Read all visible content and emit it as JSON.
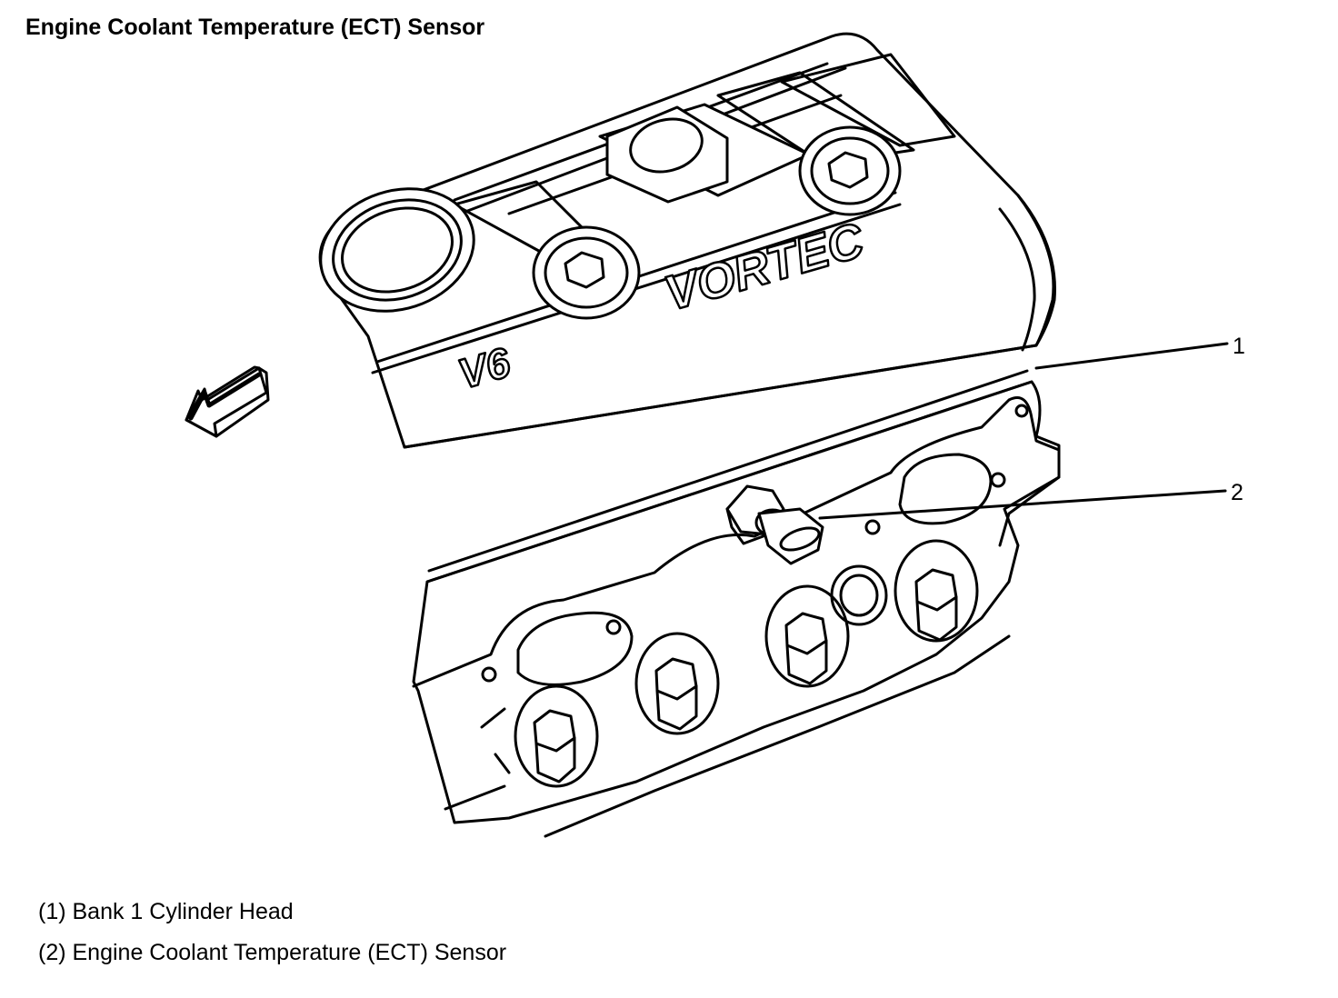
{
  "title": "Engine Coolant Temperature (ECT) Sensor",
  "callouts": [
    {
      "number": "1"
    },
    {
      "number": "2"
    }
  ],
  "embossed_text": {
    "engine": "V6",
    "brand": "VORTEC"
  },
  "legend": [
    {
      "text": "(1) Bank 1 Cylinder Head"
    },
    {
      "text": "(2) Engine Coolant Temperature (ECT) Sensor"
    }
  ],
  "icons": {
    "direction": "front-direction-arrow-icon"
  },
  "colors": {
    "line": "#000000",
    "background": "#ffffff"
  }
}
